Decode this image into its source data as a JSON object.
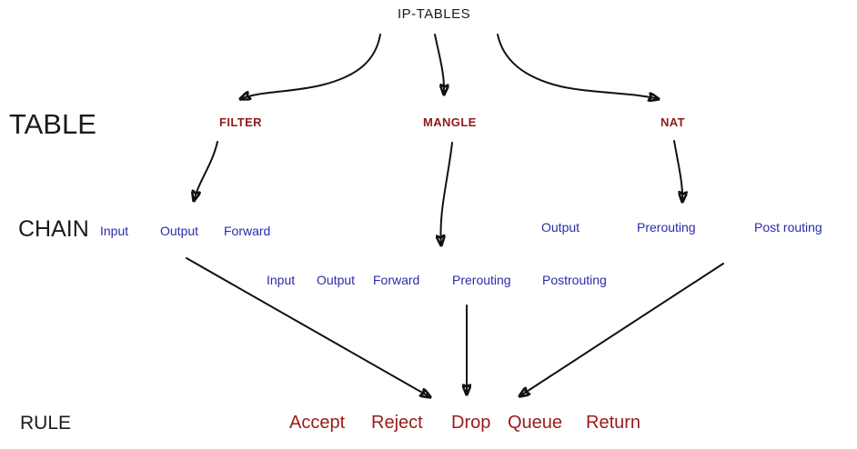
{
  "title": "IP-TABLES",
  "row_labels": {
    "table": "TABLE",
    "chain": "CHAIN",
    "rule": "RULE"
  },
  "tables": [
    "FILTER",
    "MANGLE",
    "NAT"
  ],
  "chains": {
    "filter": [
      "Input",
      "Output",
      "Forward"
    ],
    "mangle": [
      "Input",
      "Output",
      "Forward",
      "Prerouting",
      "Postrouting"
    ],
    "nat": [
      "Output",
      "Prerouting",
      "Post routing"
    ]
  },
  "rules": [
    "Accept",
    "Reject",
    "Drop",
    "Queue",
    "Return"
  ],
  "colors": {
    "table_name_red": "#8e1b1b",
    "chain_blue": "#2b2baa",
    "rule_red": "#9a1a1a",
    "text": "#1b1b1b",
    "arrow": "#111111"
  }
}
